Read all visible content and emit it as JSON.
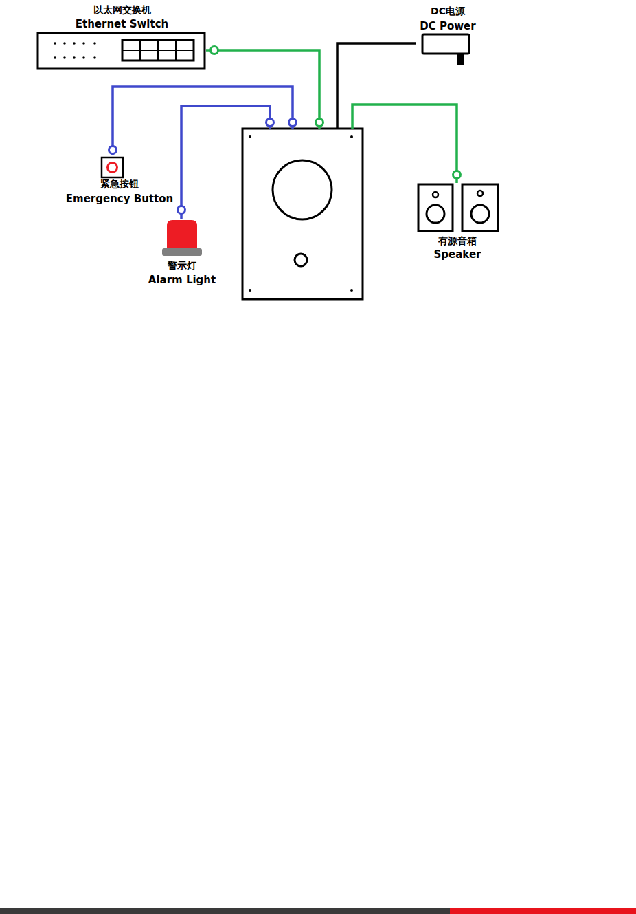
{
  "diagram": {
    "nodes": [
      {
        "text": [
          "以太网交换机",
          "Ethernet Switch"
        ]
      },
      {
        "text": [
          "DC电源",
          "DC Power"
        ]
      },
      {
        "text": [
          "紧急按钮",
          "Emergency Button"
        ]
      },
      {
        "text": [
          "警示灯",
          "Alarm Light"
        ]
      },
      {
        "text": []
      },
      {
        "text": [
          "有源音箱",
          "Speaker"
        ]
      }
    ],
    "edges": [
      {
        "from": 0,
        "to": 4,
        "arrow": "none"
      },
      {
        "from": 1,
        "to": 4,
        "arrow": "none"
      },
      {
        "from": 2,
        "to": 4,
        "arrow": "none"
      },
      {
        "from": 3,
        "to": 4,
        "arrow": "none"
      },
      {
        "from": 4,
        "to": 5,
        "arrow": "none"
      }
    ]
  }
}
